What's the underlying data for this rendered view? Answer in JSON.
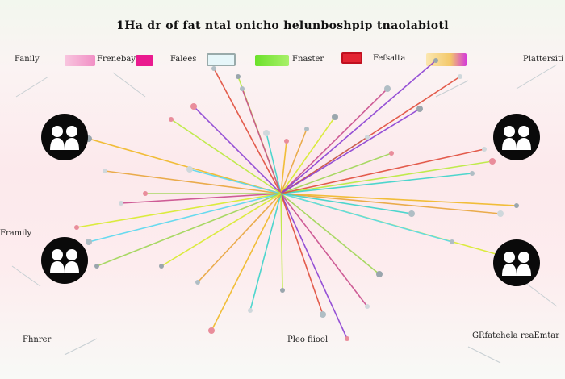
{
  "title": "1Ha dr of  fat ntal onicho helunboshpip  tnaolabiotl",
  "legend": [
    {
      "label": "Fanily",
      "color": "#f59ac8"
    },
    {
      "label": "Frenebay",
      "color": "#ea1a8f"
    },
    {
      "label": "Falees",
      "color": "#5fd4e6"
    },
    {
      "label": "Fnaster",
      "color": "#7be82e"
    },
    {
      "label": "Fefsalta",
      "color": "#e32432"
    },
    {
      "label": "Plattersiti",
      "color": "#d53bd8"
    }
  ],
  "side_labels": {
    "left_mid": "Framily"
  },
  "bottom_labels": {
    "left": "Fhnrer",
    "center": "Pleo fiiool",
    "right": "GRfatehela  reaEmtar"
  },
  "icons": {
    "person_pair": "people-icon"
  },
  "edge_colors": [
    "#f0b825",
    "#e8a43a",
    "#d7eb2a",
    "#58d8ee",
    "#9fd654",
    "#c94d8c",
    "#8a3fd3",
    "#e04b3a",
    "#b9ea3b",
    "#3ad3c9"
  ]
}
